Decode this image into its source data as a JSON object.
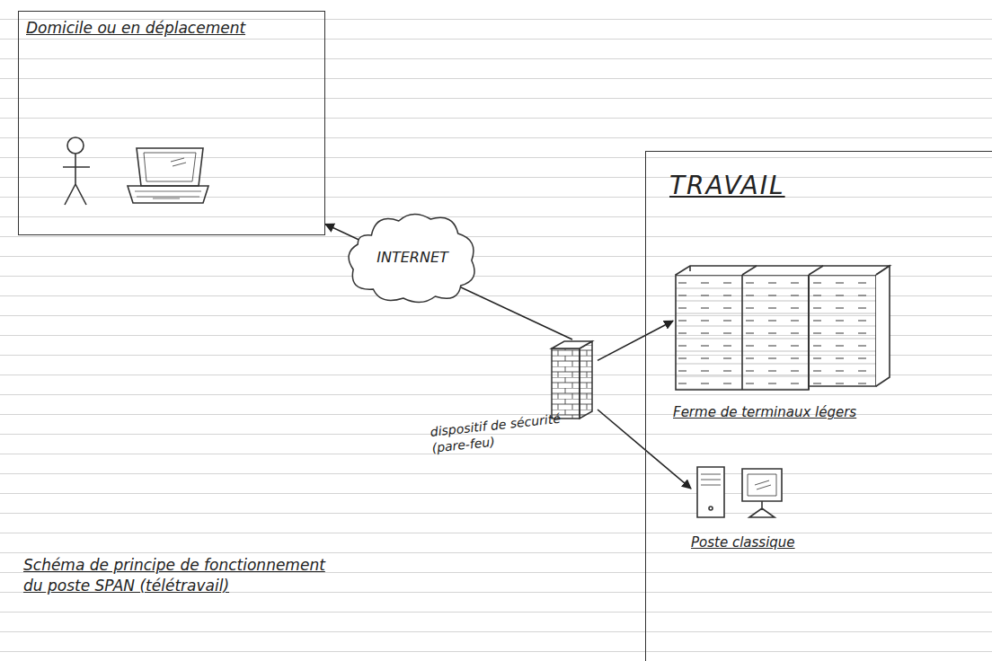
{
  "diagram": {
    "caption": "Schéma de principe de fonctionnement du poste SPAN (télétravail)",
    "nodes": [
      {
        "text": [
          "Domicile ou en déplacement"
        ]
      },
      {
        "text": [
          "INTERNET"
        ]
      },
      {
        "text": [
          "dispositif de sécurité (pare-feu)"
        ]
      },
      {
        "text": [
          "TRAVAIL"
        ]
      },
      {
        "text": [
          "Ferme de terminaux légers"
        ],
        "in": 3
      },
      {
        "text": [
          "Poste classique"
        ],
        "in": 3
      }
    ],
    "edges": [
      {
        "from": 2,
        "to": 0,
        "arrow": "to"
      },
      {
        "from": 2,
        "to": 4,
        "arrow": "to"
      },
      {
        "from": 2,
        "to": 5,
        "arrow": "to"
      }
    ]
  }
}
